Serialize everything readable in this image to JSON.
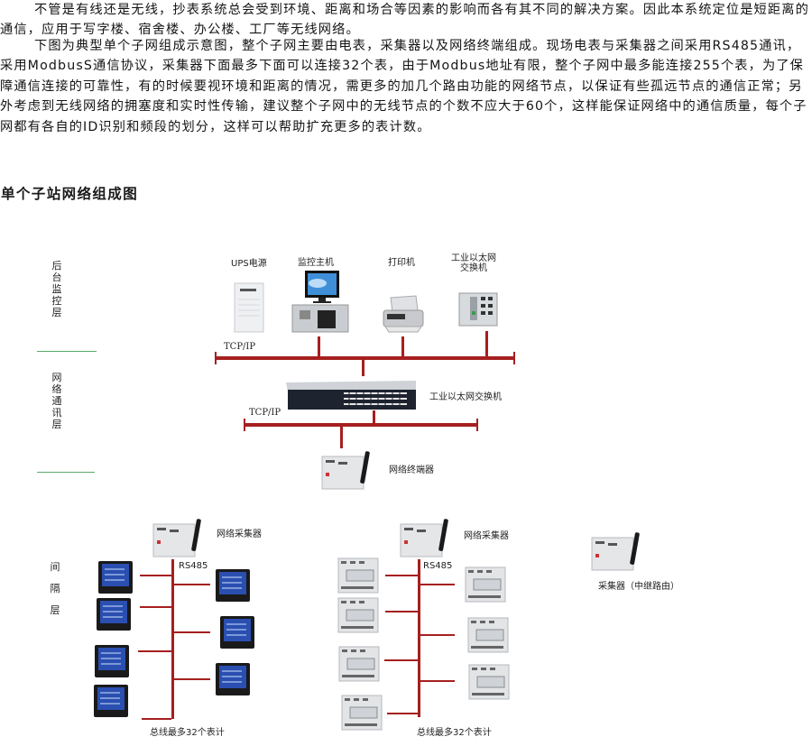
{
  "article": {
    "paragraph1": "不管是有线还是无线，抄表系统总会受到环境、距离和场合等因素的影响而各有其不同的解决方案。因此本系统定位是短距离的通信，应用于写字楼、宿舍楼、办公楼、工厂等无线网络。",
    "paragraph2": "下图为典型单个子网组成示意图，整个子网主要由电表，采集器以及网络终端组成。现场电表与采集器之间采用RS485通讯，采用ModbusS通信协议，采集器下面最多下面可以连接32个表，由于Modbus地址有限，整个子网中最多能连接255个表，为了保障通信连接的可靠性，有的时候要视环境和距离的情况，需更多的加几个路由功能的网络节点，以保证有些孤远节点的通信正常；另外考虑到无线网络的拥塞度和实时性传输，建议整个子网中的无线节点的个数不应大于60个，这样能保证网络中的通信质量，每个子网都有各自的ID识别和频段的划分，这样可以帮助扩充更多的表计数。",
    "section_heading": "单个子站网络组成图"
  },
  "diagram": {
    "layers": {
      "backend": [
        "后",
        "台",
        "监",
        "控",
        "层"
      ],
      "network": [
        "网",
        "络",
        "通",
        "讯",
        "层"
      ],
      "bay": [
        "间",
        "隔",
        "层"
      ]
    },
    "top_devices": {
      "ups": "UPS电源",
      "host": "监控主机",
      "printer": "打印机",
      "switch_line1": "工业以太网",
      "switch_line2": "交换机"
    },
    "protocol_top": "TCP/IP",
    "protocol_mid": "TCP/IP",
    "core_switch": "工业以太网交换机",
    "terminal": "网络终端器",
    "collector_left": "网络采集器",
    "collector_mid": "网络采集器",
    "rs485_left": "RS485",
    "rs485_mid": "RS485",
    "bus_note_left": "总线最多32个表计",
    "bus_note_mid": "总线最多32个表计",
    "relay_collector": "采集器（中继路由）",
    "colors": {
      "bus": "#a61f1f",
      "layer_divider": "#5ba86a",
      "meter_screen": "#2a4fb0"
    }
  }
}
